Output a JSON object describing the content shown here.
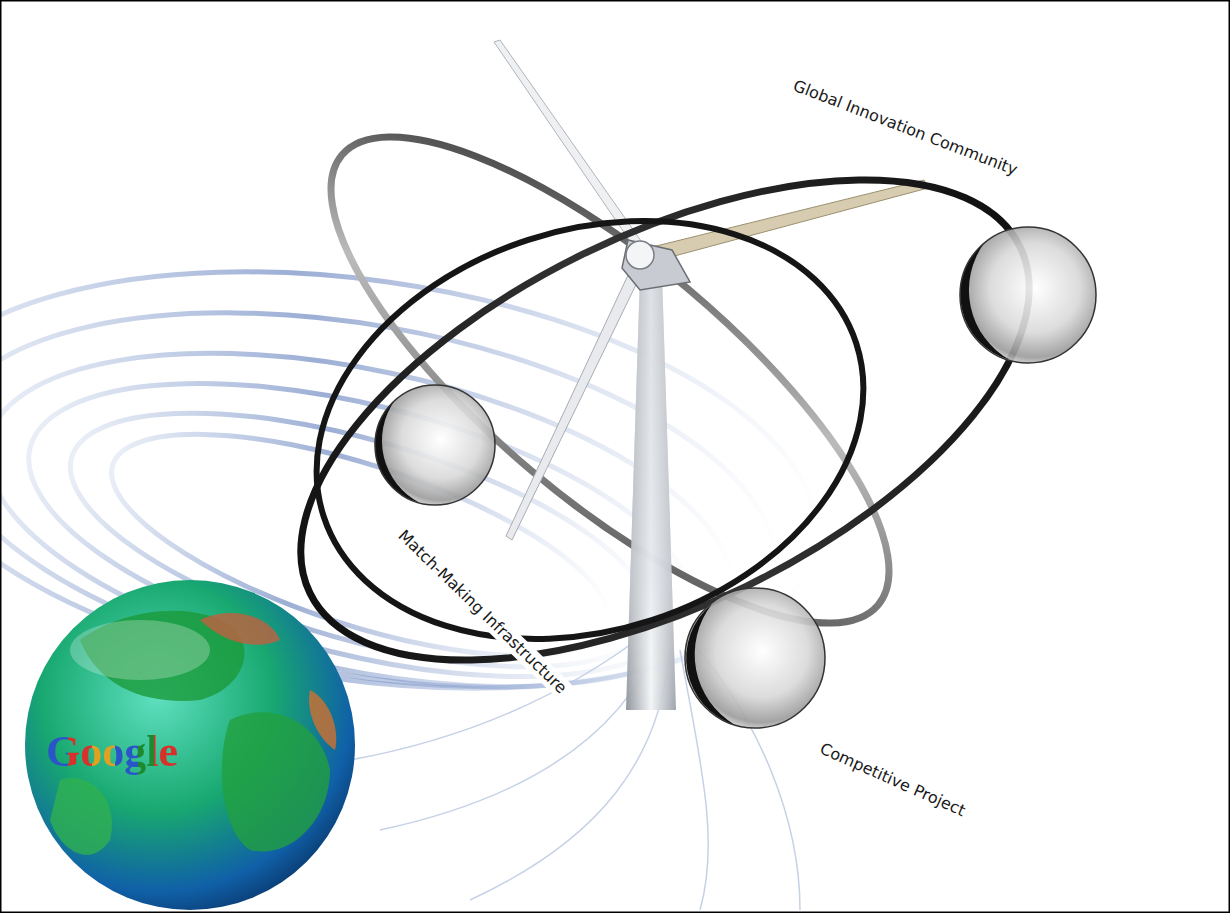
{
  "diagram": {
    "labels": [
      "Global Innovation Community",
      "Match-Making Infrastructure",
      "Competitive Project",
      "Google"
    ]
  }
}
